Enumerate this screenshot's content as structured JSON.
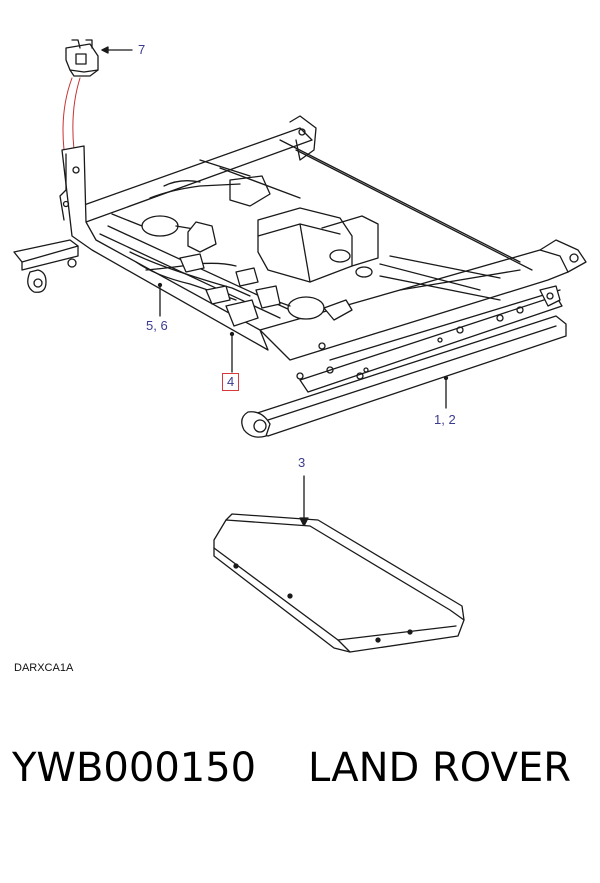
{
  "diagram": {
    "callouts": {
      "c7": "7",
      "c56": "5, 6",
      "c4": "4",
      "c12": "1, 2",
      "c3": "3"
    },
    "drawing_code": "DARXCA1A"
  },
  "footer": {
    "part_number": "YWB000150",
    "brand": "LAND ROVER"
  },
  "colors": {
    "line": "#1a1a1a",
    "leader_red": "#c83232",
    "callout_text": "#3b3b8f",
    "highlight_box": "#d83a3a"
  }
}
